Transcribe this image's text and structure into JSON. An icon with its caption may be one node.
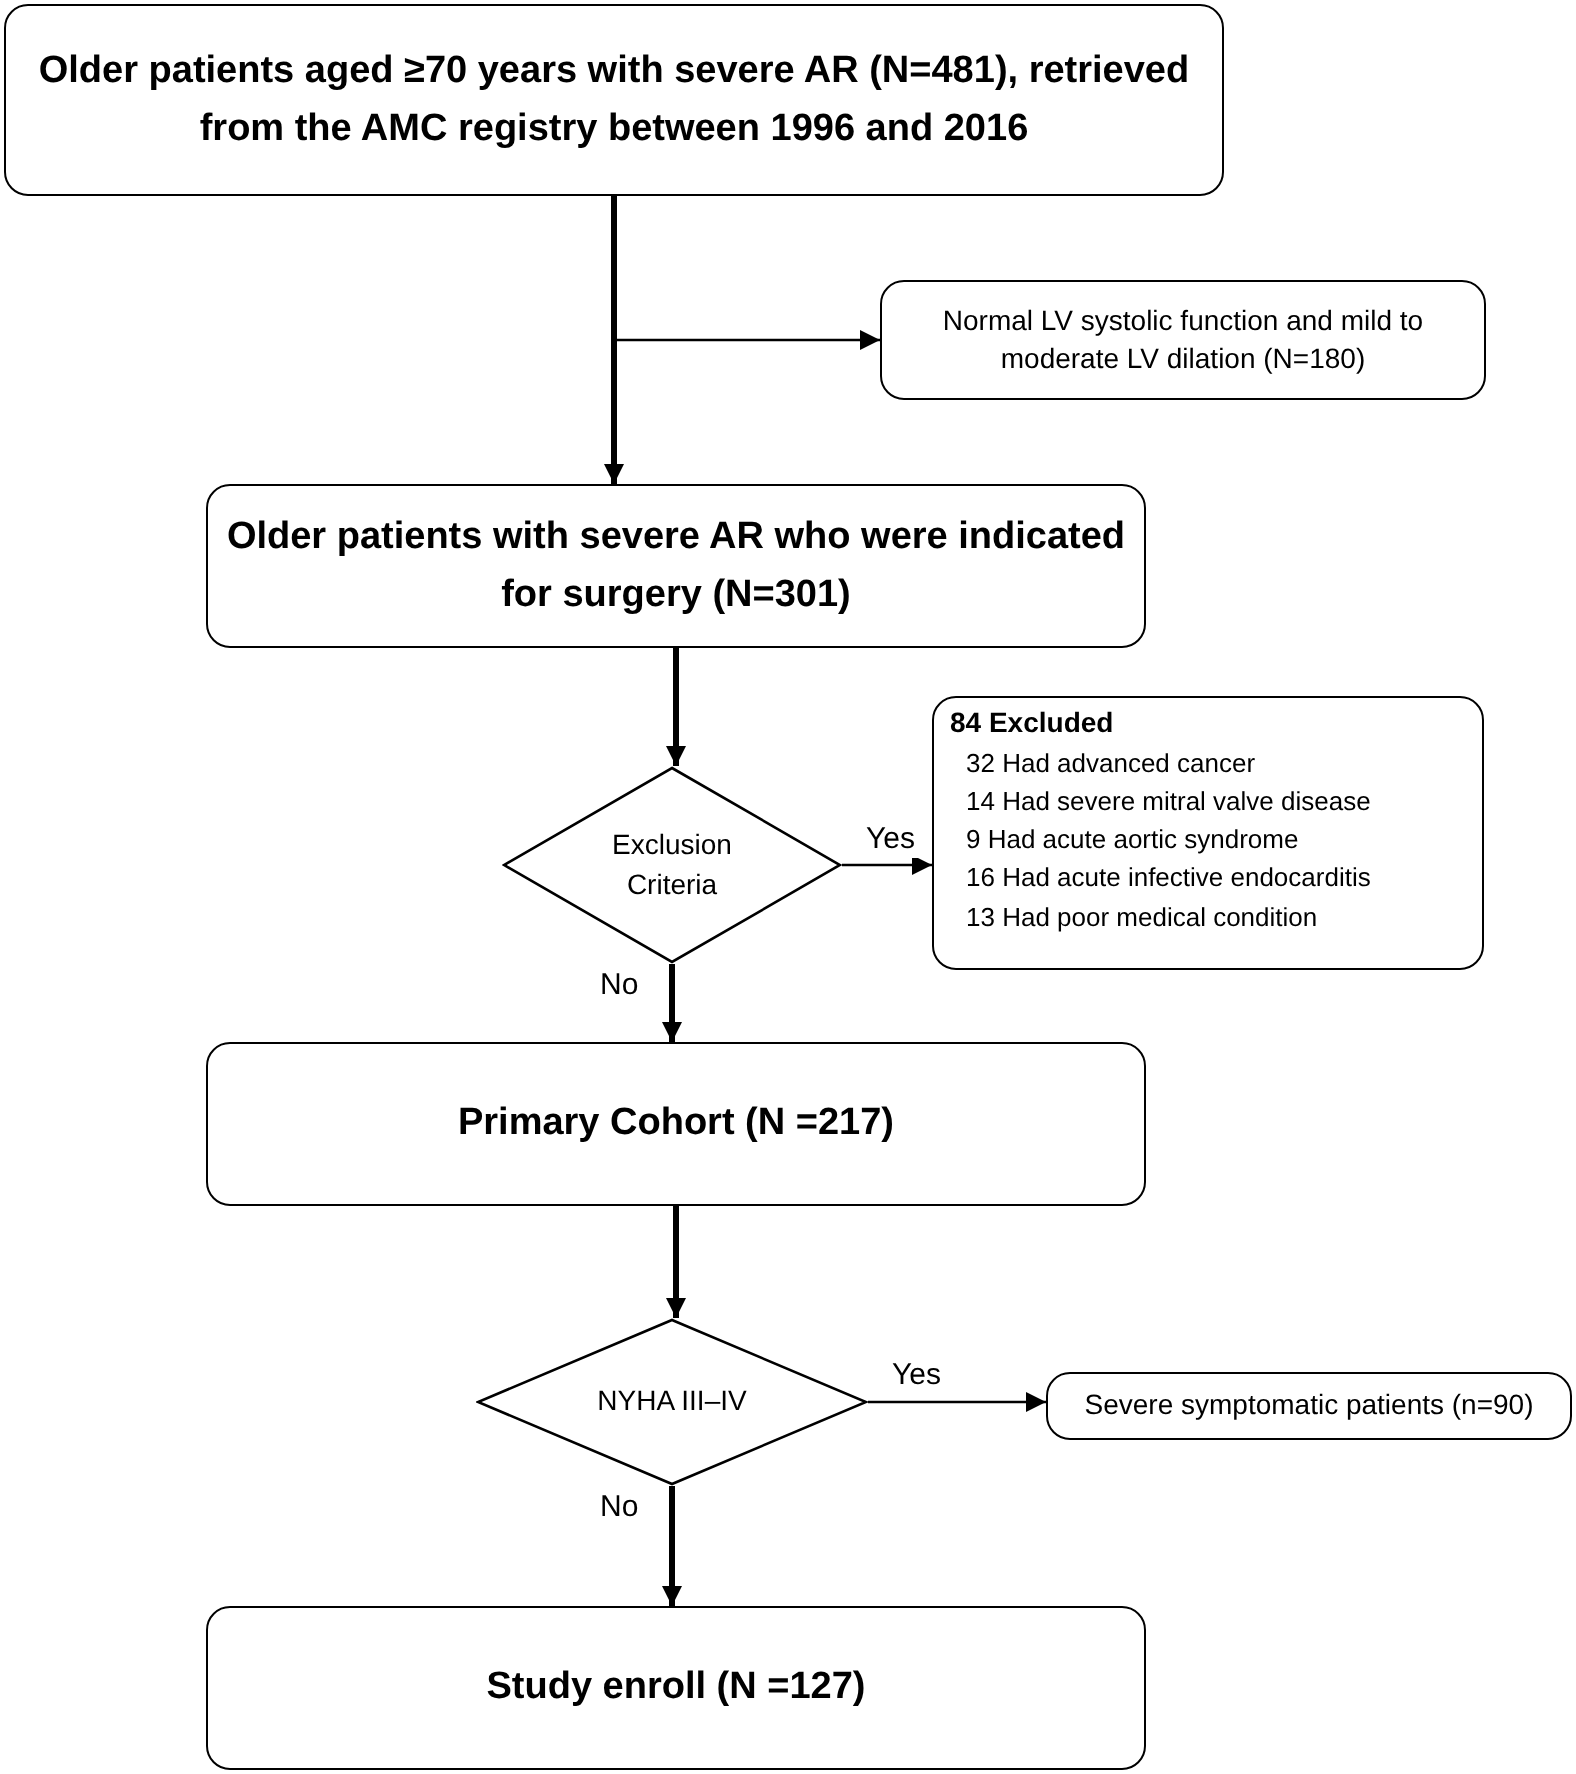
{
  "diagram": {
    "nodes": [
      {
        "text": [
          "Older patients aged ≥70 years with severe AR (N=481), retrieved from the AMC registry between 1996 and 2016"
        ]
      },
      {
        "text": [
          "Normal LV systolic function and mild to moderate LV dilation (N=180)"
        ]
      },
      {
        "text": [
          "Older patients with severe AR who were indicated for surgery (N=301)"
        ]
      },
      {
        "text": [
          "Exclusion Criteria"
        ]
      },
      {
        "text": [
          "84 Excluded",
          "32 Had advanced cancer",
          "14 Had severe mitral valve disease",
          "9 Had acute aortic syndrome",
          "16 Had acute infective endocarditis",
          "13 Had poor medical condition"
        ]
      },
      {
        "text": [
          "Primary Cohort (N =217)"
        ]
      },
      {
        "text": [
          "NYHA III–IV"
        ]
      },
      {
        "text": [
          "Severe symptomatic patients (n=90)"
        ]
      },
      {
        "text": [
          "Study enroll (N =127)"
        ]
      }
    ],
    "edges": [
      {
        "from": 0,
        "to": 2,
        "arrow": "to"
      },
      {
        "from": 0,
        "to": 1,
        "arrow": "to"
      },
      {
        "from": 2,
        "to": 3,
        "arrow": "to"
      },
      {
        "from": 3,
        "to": 4,
        "arrow": "to",
        "label": "Yes"
      },
      {
        "from": 3,
        "to": 5,
        "arrow": "to",
        "label": "No"
      },
      {
        "from": 5,
        "to": 6,
        "arrow": "to"
      },
      {
        "from": 6,
        "to": 7,
        "arrow": "to",
        "label": "Yes"
      },
      {
        "from": 6,
        "to": 8,
        "arrow": "to",
        "label": "No"
      }
    ]
  }
}
